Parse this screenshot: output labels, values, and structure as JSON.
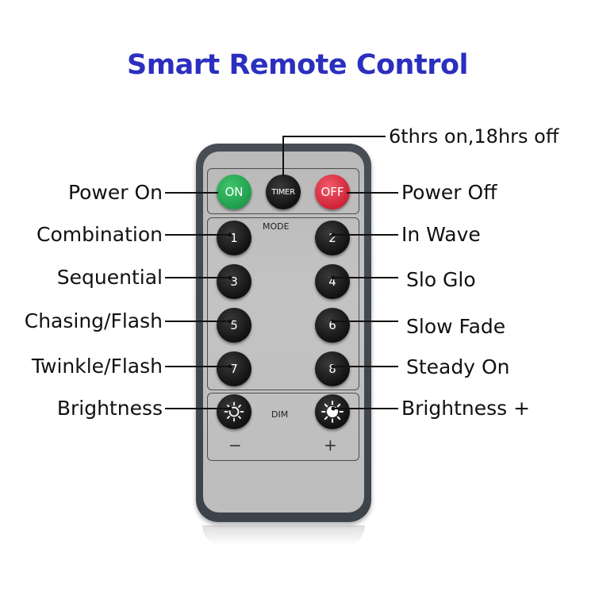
{
  "title": "Smart Remote Control",
  "title_color": "#2b2fbf",
  "buttons": {
    "on": "ON",
    "timer": "TIMER",
    "off": "OFF",
    "b1": "1",
    "b2": "2",
    "b3": "3",
    "b4": "4",
    "b5": "5",
    "b6": "6",
    "b7": "7",
    "b8": "8"
  },
  "panel_labels": {
    "mode": "MODE",
    "dim": "DIM",
    "minus": "−",
    "plus": "+"
  },
  "callouts": {
    "timer": "6thrs on,18hrs off",
    "power_on": "Power On",
    "power_off": "Power Off",
    "b1": "Combination",
    "b2": "In Wave",
    "b3": "Sequential",
    "b4": "Slo Glo",
    "b5": "Chasing/Flash",
    "b6": "Slow Fade",
    "b7": "Twinkle/Flash",
    "b8": "Steady On",
    "dim_minus": "Brightness",
    "dim_plus": "Brightness +"
  },
  "colors": {
    "on_button": "#1d9a48",
    "off_button": "#cf1f33",
    "remote_body": "#3f464d"
  },
  "icons": {
    "dim_minus": "sun-outline-icon",
    "dim_plus": "sun-filled-icon"
  }
}
